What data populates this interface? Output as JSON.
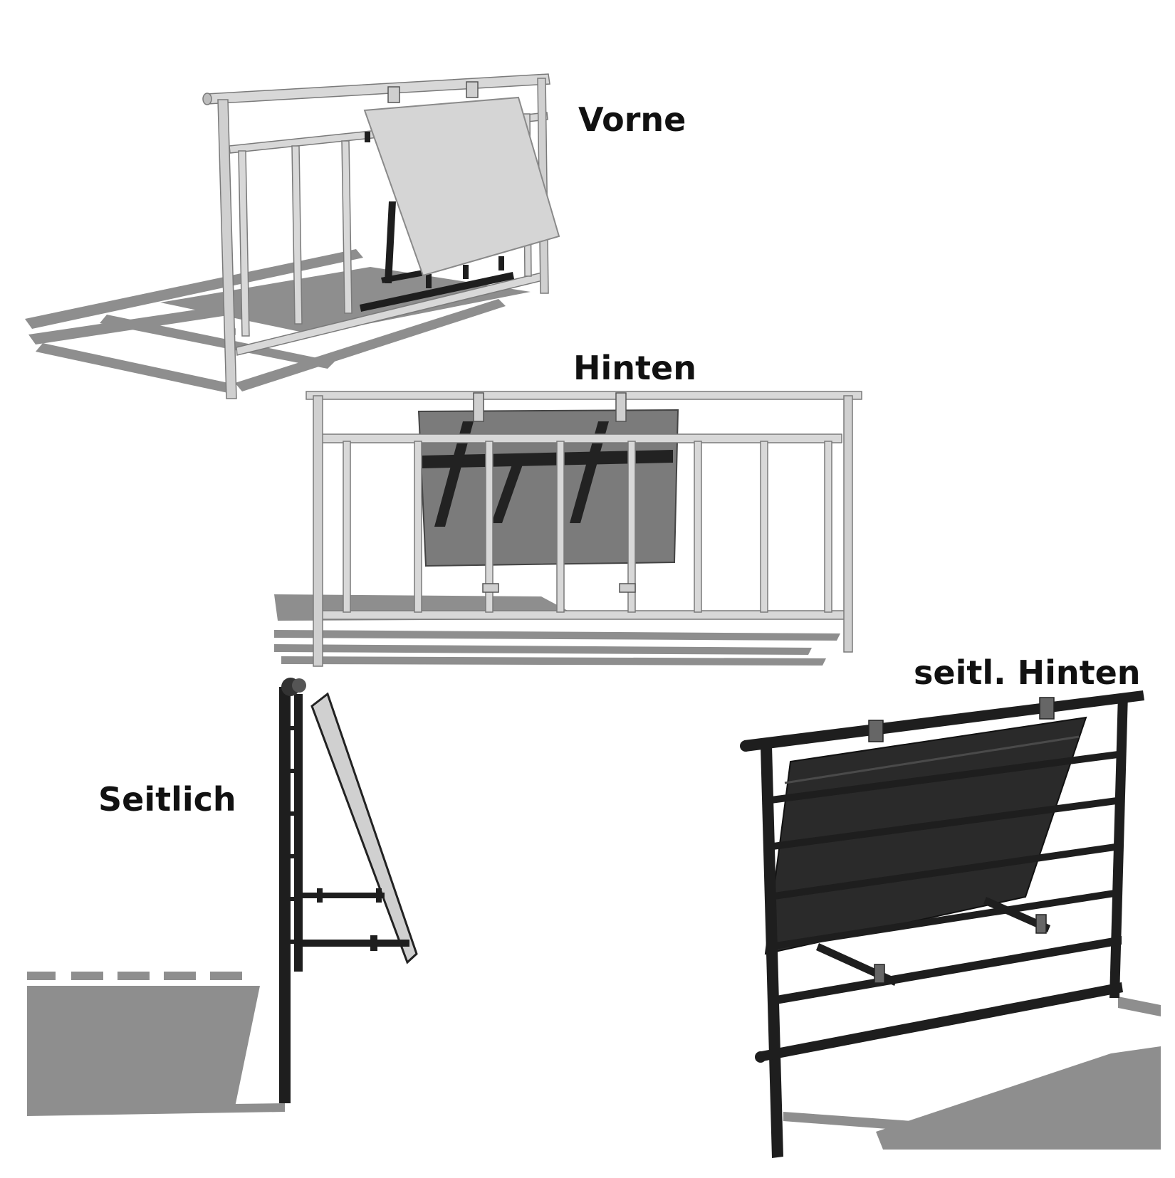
{
  "labels": {
    "front": "Vorne",
    "back": "Hinten",
    "side": "Seitlich",
    "side_back": "seitl. Hinten"
  },
  "colors": {
    "rail_light": "#d8d8d8",
    "rail_outline": "#7a7a7a",
    "panel_face_light": "#d5d5d5",
    "panel_back_grey": "#7b7b7b",
    "shadow_grey": "#8e8e8e",
    "rail_dark": "#1e1e1e",
    "panel_dark": "#2a2a2a"
  }
}
